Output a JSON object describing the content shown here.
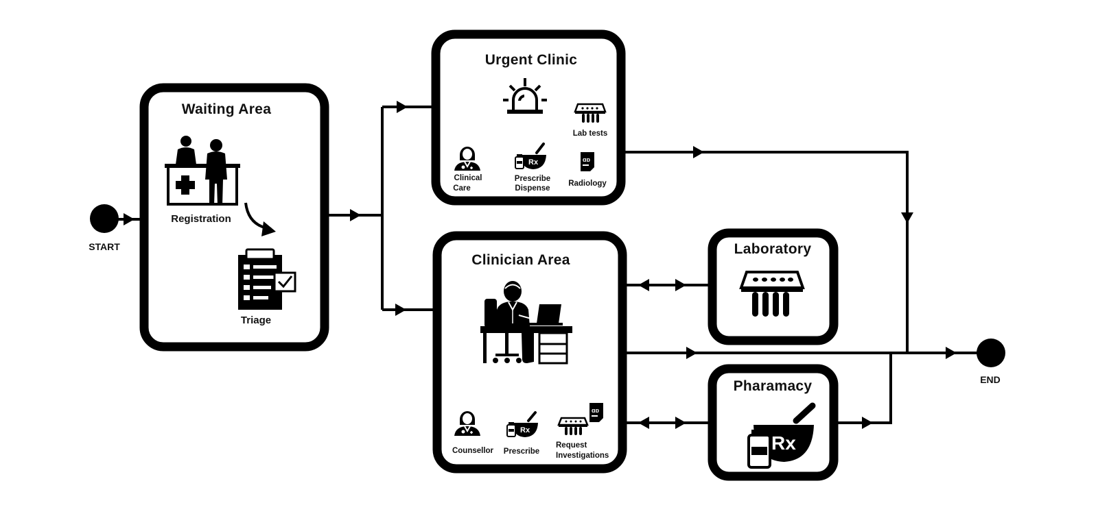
{
  "nodes": {
    "start": "START",
    "end": "END"
  },
  "waiting_area": {
    "title": "Waiting Area",
    "registration_label": "Registration",
    "triage_label": "Triage"
  },
  "urgent_clinic": {
    "title": "Urgent Clinic",
    "lab_tests_label": "Lab tests",
    "clinical_care_line1": "Clinical",
    "clinical_care_line2": "Care",
    "prescribe_dispense_line1": "Prescribe",
    "prescribe_dispense_line2": "Dispense",
    "radiology_label": "Radiology"
  },
  "clinician_area": {
    "title": "Clinician Area",
    "counsellor_label": "Counsellor",
    "prescribe_label": "Prescribe",
    "request_investigations_line1": "Request",
    "request_investigations_line2": "Investigations"
  },
  "laboratory": {
    "title": "Laboratory"
  },
  "pharmacy": {
    "title": "Pharamacy"
  },
  "icons": {
    "registration": "reception-desk-icon",
    "triage": "clipboard-checklist-icon",
    "urgent": "emergency-siren-icon",
    "lab": "test-tube-rack-icon",
    "clinician": "doctor-at-desk-icon",
    "care": "nurse-icon",
    "pharmacy": "mortar-pestle-rx-icon",
    "radiology": "radiology-document-icon"
  },
  "colors": {
    "ink": "#000000",
    "background": "#ffffff"
  }
}
